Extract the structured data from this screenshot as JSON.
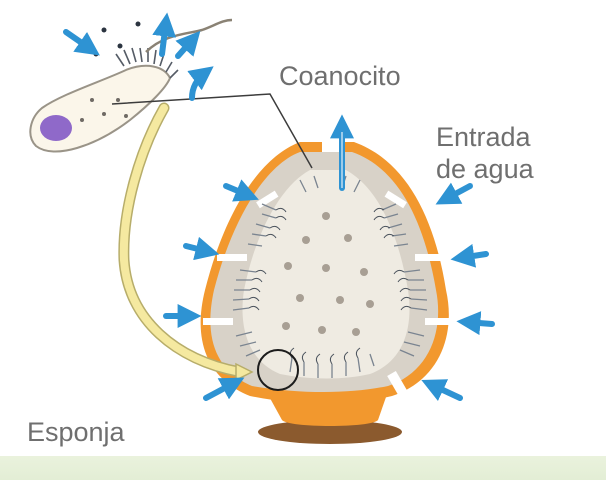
{
  "labels": {
    "choanocyte": "Coanocito",
    "water_inlet_line1": "Entrada",
    "water_inlet_line2": "de agua",
    "sponge": "Esponja"
  },
  "colors": {
    "body_wall": "#f2982e",
    "interior": "#efebe2",
    "cells": "#d8d2c8",
    "collar": "#7a8490",
    "flagellum": "#4a525c",
    "arrow": "#2e93d3",
    "nucleus": "#8f69c9",
    "pathway": "#f5e9a0",
    "base": "#8b5a2e",
    "label_text": "#6f6f6f"
  },
  "icons": [
    "water-flow-arrow-icon",
    "exit-arrow-icon"
  ]
}
